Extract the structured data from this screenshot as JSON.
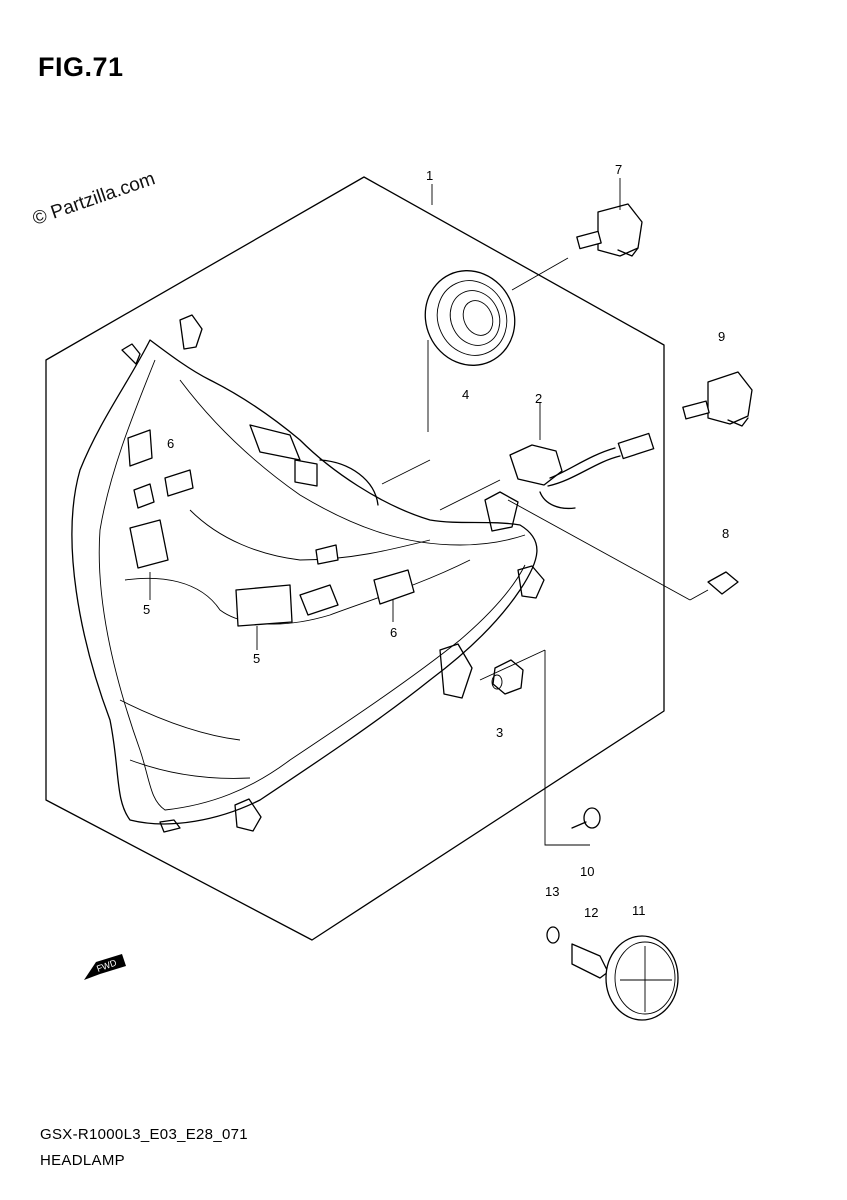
{
  "figure": {
    "title": "FIG.71"
  },
  "watermark": "© Partzilla.com",
  "footer": {
    "model_code": "GSX-R1000L3_E03_E28_071",
    "section_name": "HEADLAMP"
  },
  "fwd_label": "FWD",
  "callouts": [
    "1",
    "2",
    "3",
    "4",
    "5",
    "5",
    "6",
    "6",
    "7",
    "8",
    "9",
    "10",
    "11",
    "12",
    "13"
  ]
}
